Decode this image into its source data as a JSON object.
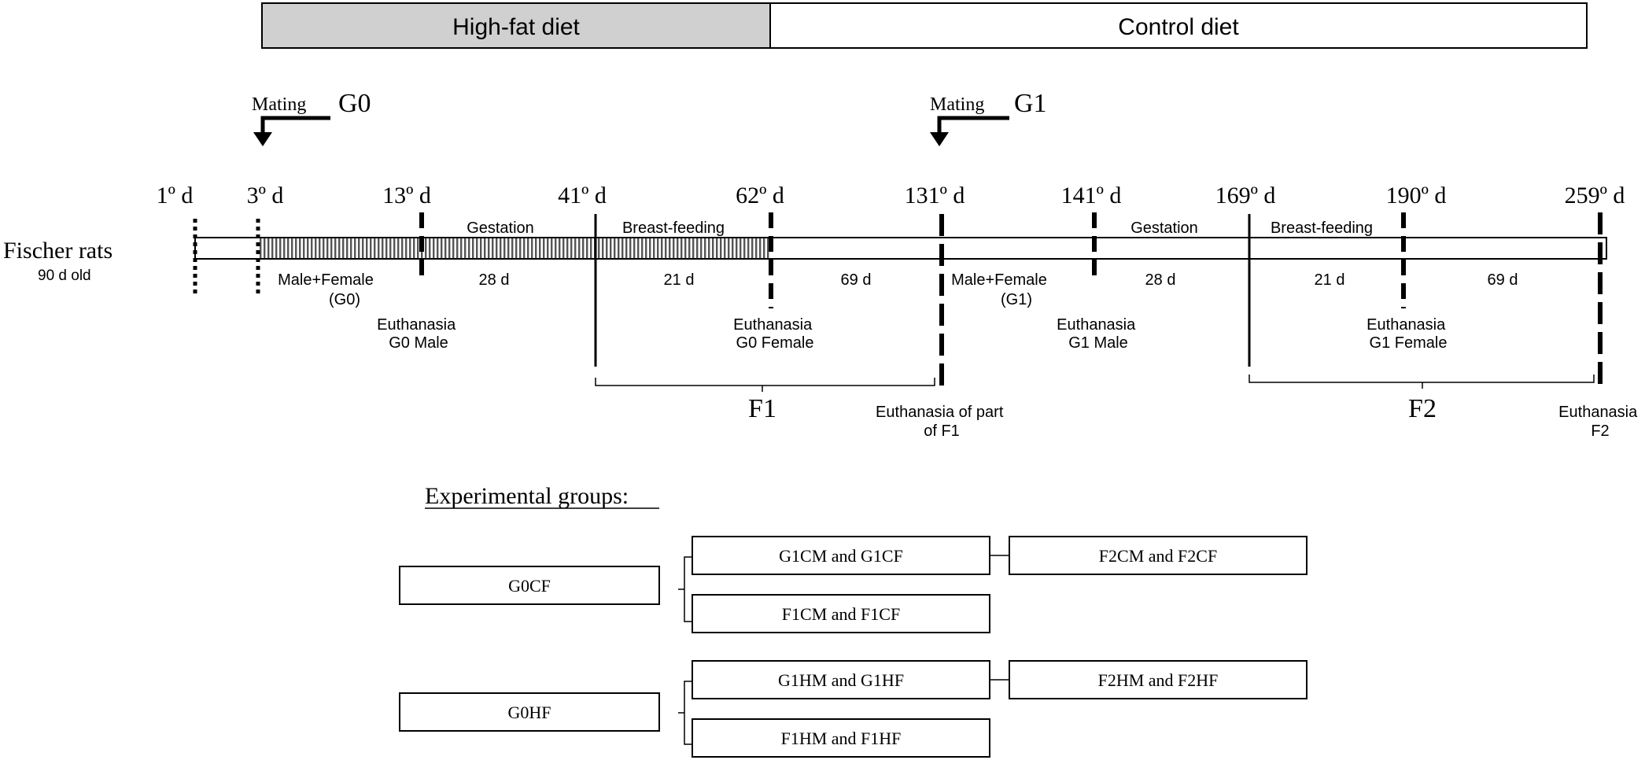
{
  "diet_bar": {
    "high_fat_label": "High-fat diet",
    "control_label": "Control diet",
    "high_fat_color": "#d0d0d0",
    "control_color": "#ffffff"
  },
  "mating": [
    {
      "word": "Mating",
      "generation": "G0"
    },
    {
      "word": "Mating",
      "generation": "G1"
    }
  ],
  "days": [
    "1º d",
    "3º d",
    "13º d",
    "41º d",
    "62º d",
    "131º d",
    "141º d",
    "169º d",
    "190º d",
    "259º d"
  ],
  "subject": {
    "name": "Fischer rats",
    "age": "90 d old"
  },
  "phases": {
    "gestation_1": "Gestation",
    "breastfeeding_1": "Breast-feeding",
    "gestation_2": "Gestation",
    "breastfeeding_2": "Breast-feeding"
  },
  "durations": {
    "d1": "28 d",
    "d2": "21 d",
    "d3": "69 d",
    "d4": "28 d",
    "d5": "21 d",
    "d6": "69 d"
  },
  "pairs": {
    "g0_line1": "Male+Female",
    "g0_line2": "(G0)",
    "g1_line1": "Male+Female",
    "g1_line2": "(G1)"
  },
  "euthanasia": {
    "g0_male": [
      "Euthanasia",
      "G0 Male"
    ],
    "g0_female": [
      "Euthanasia",
      "G0 Female"
    ],
    "g1_male": [
      "Euthanasia",
      "G1 Male"
    ],
    "g1_female": [
      "Euthanasia",
      "G1 Female"
    ],
    "f1_part": [
      "Euthanasia of part",
      "of F1"
    ],
    "f2": [
      "Euthanasia",
      "F2"
    ]
  },
  "offspring": {
    "f1": "F1",
    "f2": "F2"
  },
  "groups": {
    "heading": "Experimental groups:",
    "g0cf": "G0CF",
    "g1c": "G1CM and G1CF",
    "f1c": "F1CM and F1CF",
    "f2c": "F2CM and F2CF",
    "g0hf": "G0HF",
    "g1h": "G1HM and G1HF",
    "f1h": "F1HM and F1HF",
    "f2h": "F2HM and F2HF"
  }
}
